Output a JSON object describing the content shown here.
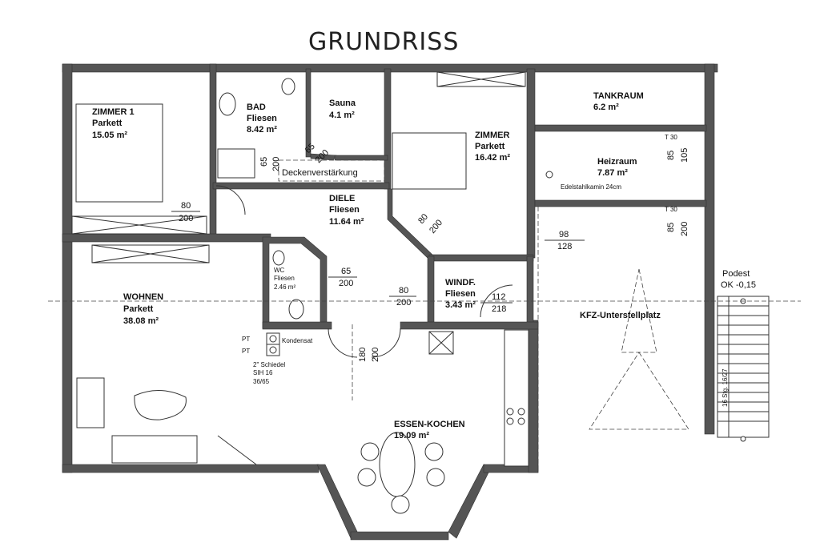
{
  "title": "GRUNDRISS",
  "rooms": {
    "zimmer1": {
      "name": "ZIMMER 1",
      "floor": "Parkett",
      "area": "15.05 m²"
    },
    "bad": {
      "name": "BAD",
      "floor": "Fliesen",
      "area": "8.42 m²"
    },
    "sauna": {
      "name": "Sauna",
      "area": "4.1 m²"
    },
    "zimmer2": {
      "name": "ZIMMER",
      "floor": "Parkett",
      "area": "16.42 m²"
    },
    "tankraum": {
      "name": "TANKRAUM",
      "area": "6.2 m²"
    },
    "heizraum": {
      "name": "Heizraum",
      "area": "7.87 m²",
      "note": "Edelstahlkamin 24cm"
    },
    "diele": {
      "name": "DIELE",
      "floor": "Fliesen",
      "area": "11.64 m²"
    },
    "wc": {
      "name": "WC",
      "floor": "Fliesen",
      "area": "2.46 m²"
    },
    "windfang": {
      "name": "WINDF.",
      "floor": "Fliesen",
      "area": "3.43 m²"
    },
    "wohnen": {
      "name": "WOHNEN",
      "floor": "Parkett",
      "area": "38.08 m²"
    },
    "essen": {
      "name": "ESSEN-KOCHEN",
      "area": "19.09 m²"
    },
    "carport": {
      "name": "KFZ-Unterstellplatz"
    }
  },
  "labels": {
    "deckenverstaerkung": "Deckenverstärkung",
    "podest": "Podest",
    "podest_level": "OK -0,15",
    "kondensat": "Kondensat",
    "pt1": "PT",
    "pt2": "PT",
    "schiedel": "2\" Schiedel",
    "sih": "SIH 16",
    "schiedel_dim": "36/65",
    "stairs": "16 Stg. 16/27",
    "t30_a": "T 30",
    "t30_b": "T 30"
  },
  "doors": {
    "bad_w": "65",
    "bad_h": "200",
    "sauna_w": "65",
    "sauna_h": "200",
    "zimmer1_w": "80",
    "zimmer1_h": "200",
    "zimmer2_w": "80",
    "zimmer2_h": "200",
    "heiz_w": "85",
    "heiz_h": "105",
    "tank_w": "85",
    "tank_h": "200",
    "carport_w": "98",
    "carport_h": "128",
    "wc_w": "65",
    "wc_h": "200",
    "wind_w": "80",
    "wind_h": "200",
    "window_w": "112",
    "window_h": "218",
    "kueche_w": "180",
    "kueche_h": "200"
  }
}
